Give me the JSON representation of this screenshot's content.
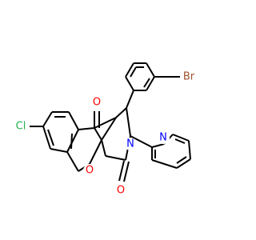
{
  "molecule": {
    "atoms": [
      {
        "id": "Br",
        "label": "Br",
        "color": "#a0522d"
      },
      {
        "id": "Cl",
        "label": "Cl",
        "color": "#22b14c"
      },
      {
        "id": "O_top",
        "label": "O",
        "color": "#ff0000"
      },
      {
        "id": "O_ring",
        "label": "O",
        "color": "#ff0000"
      },
      {
        "id": "O_bottom",
        "label": "O",
        "color": "#ff0000"
      },
      {
        "id": "N_pyrrole",
        "label": "N",
        "color": "#0000ff"
      },
      {
        "id": "N_pyridine",
        "label": "N",
        "color": "#0000ff"
      }
    ]
  }
}
